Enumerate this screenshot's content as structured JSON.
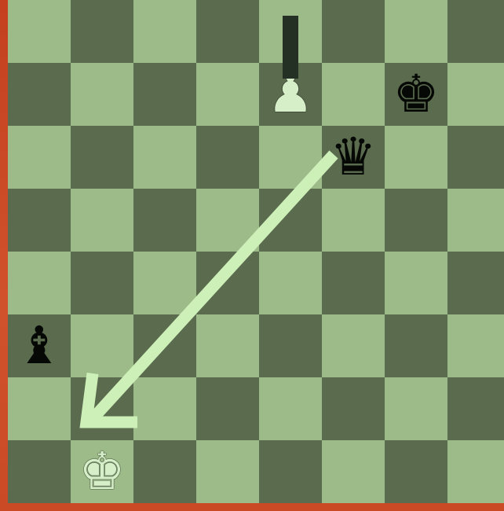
{
  "board": {
    "colors": {
      "light": "#9dbb88",
      "dark": "#5b6b4e"
    },
    "bottom_left_is_dark": true,
    "pieces": [
      {
        "name": "white-pawn",
        "square": "e7",
        "glyph": "♟",
        "side": "white"
      },
      {
        "name": "black-king",
        "square": "g7",
        "glyph": "♚",
        "side": "black"
      },
      {
        "name": "black-queen",
        "square": "f6",
        "glyph": "♛",
        "side": "black"
      },
      {
        "name": "black-bishop",
        "square": "a3",
        "glyph": "♝",
        "side": "black"
      },
      {
        "name": "white-king",
        "square": "b1",
        "glyph": "♚",
        "side": "white"
      }
    ]
  },
  "annotations": {
    "arrow": {
      "from": "f6",
      "to": "b2",
      "color": "#cdf0b9"
    },
    "pawn_trail": {
      "from": "e8",
      "to": "e7",
      "color": "#243024"
    }
  }
}
